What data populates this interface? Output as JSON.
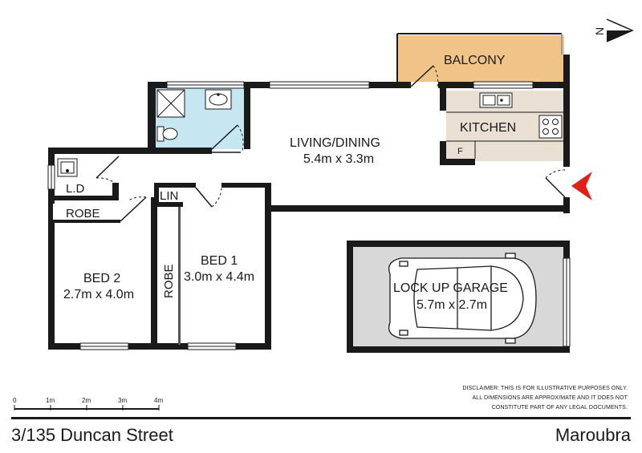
{
  "rooms": {
    "balcony": {
      "name": "BALCONY"
    },
    "kitchen": {
      "name": "KITCHEN",
      "fridge": "F"
    },
    "living": {
      "name": "LIVING/DINING",
      "dims": "5.4m x 3.3m"
    },
    "laundry": {
      "name": "L.D"
    },
    "robe_top": {
      "name": "ROBE"
    },
    "linen": {
      "name": "LIN"
    },
    "robe_side": {
      "name": "ROBE"
    },
    "bed1": {
      "name": "BED 1",
      "dims": "3.0m x 4.4m"
    },
    "bed2": {
      "name": "BED 2",
      "dims": "2.7m x 4.0m"
    },
    "garage": {
      "name": "LOCK UP GARAGE",
      "dims": "5.7m x 2.7m"
    }
  },
  "compass": {
    "label": "N"
  },
  "scale_bar": {
    "ticks": [
      "0",
      "1m",
      "2m",
      "3m",
      "4m"
    ]
  },
  "disclaimer": {
    "line1": "DISCLAIMER: THIS IS FOR ILLUSTRATIVE PURPOSES ONLY.",
    "line2": "ALL DIMENSIONS ARE APPROXIMATE AND IT DOES NOT",
    "line3": "CONSTITUTE PART OF ANY LEGAL DOCUMENTS."
  },
  "footer": {
    "address": "3/135 Duncan Street",
    "suburb": "Maroubra"
  },
  "colors": {
    "wall": "#1a1a1a",
    "balcony": "#f0c489",
    "kitchen": "#e9dfd2",
    "bathroom": "#c6e6f1",
    "garage": "#d8d8d8",
    "entry_arrow": "#e0201b"
  }
}
